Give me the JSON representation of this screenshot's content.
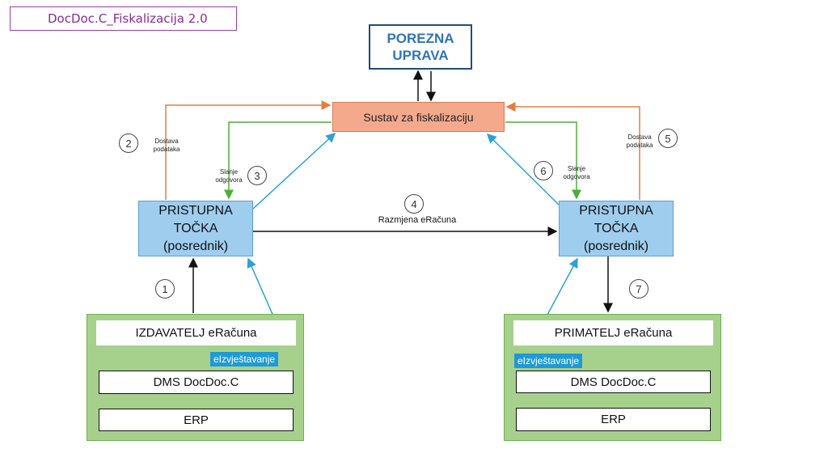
{
  "title": "DocDoc.C_Fiskalizacija 2.0",
  "porezna": {
    "line1": "POREZNA",
    "line2": "UPRAVA"
  },
  "sustav": "Sustav za fiskalizaciju",
  "pristupna_left": {
    "line1": "PRISTUPNA",
    "line2": "TOČKA",
    "line3": "(posrednik)"
  },
  "pristupna_right": {
    "line1": "PRISTUPNA",
    "line2": "TOČKA",
    "line3": "(posrednik)"
  },
  "razmjena": "Razmjena eRačuna",
  "dostava": {
    "line1": "Dostava",
    "line2": "podataka"
  },
  "slanje": {
    "line1": "Slanje",
    "line2": "odgovora"
  },
  "izdavatelj": {
    "label": "IZDAVATELJ eRačuna",
    "eizvjestavanje": "eIzvještavanje",
    "dms": "DMS DocDoc.C",
    "erp": "ERP"
  },
  "primatelj": {
    "label": "PRIMATELJ eRačuna",
    "eizvjestavanje": "eIzvještavanje",
    "dms": "DMS DocDoc.C",
    "erp": "ERP"
  },
  "steps": [
    "1",
    "2",
    "3",
    "4",
    "5",
    "6",
    "7"
  ],
  "colors": {
    "orange": "#e57e3d",
    "green": "#4caf3a",
    "blue": "#2ea1d3",
    "black": "#111111"
  }
}
